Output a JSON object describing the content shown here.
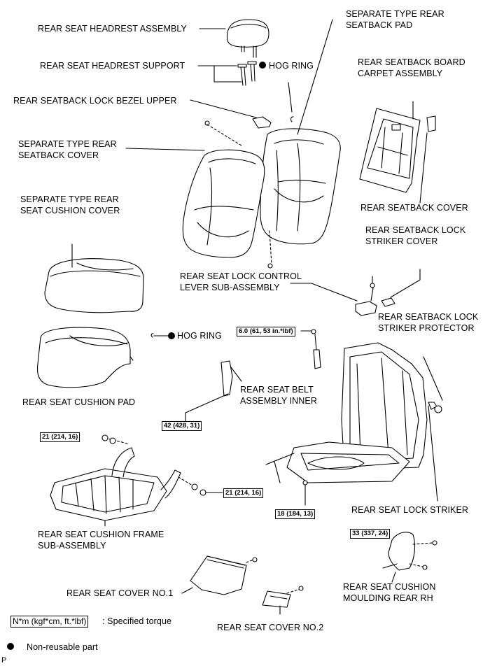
{
  "labels": {
    "headrest_assembly": "REAR SEAT HEADREST ASSEMBLY",
    "headrest_support": "REAR SEAT HEADREST SUPPORT",
    "hog_ring_top": "HOG RING",
    "seatback_pad_l1": "SEPARATE TYPE REAR",
    "seatback_pad_l2": "SEATBACK PAD",
    "board_carpet_l1": "REAR SEATBACK BOARD",
    "board_carpet_l2": "CARPET ASSEMBLY",
    "lock_bezel_upper": "REAR SEATBACK LOCK BEZEL UPPER",
    "seatback_cover_l1": "SEPARATE TYPE REAR",
    "seatback_cover_l2": "SEATBACK COVER",
    "cushion_cover_l1": "SEPARATE TYPE REAR",
    "cushion_cover_l2": "SEAT CUSHION COVER",
    "rear_seatback_cover": "REAR SEATBACK COVER",
    "striker_cover_l1": "REAR SEATBACK LOCK",
    "striker_cover_l2": "STRIKER COVER",
    "lock_control_l1": "REAR SEAT LOCK CONTROL",
    "lock_control_l2": "LEVER SUB-ASSEMBLY",
    "striker_protector_l1": "REAR SEATBACK LOCK",
    "striker_protector_l2": "STRIKER PROTECTOR",
    "hog_ring_mid": "HOG RING",
    "cushion_pad": "REAR SEAT CUSHION PAD",
    "belt_inner_l1": "REAR SEAT BELT",
    "belt_inner_l2": "ASSEMBLY INNER",
    "lock_striker": "REAR SEAT LOCK STRIKER",
    "cushion_frame_l1": "REAR SEAT CUSHION FRAME",
    "cushion_frame_l2": "SUB-ASSEMBLY",
    "cover_no1": "REAR SEAT COVER NO.1",
    "moulding_l1": "REAR SEAT CUSHION",
    "moulding_l2": "MOULDING REAR RH",
    "cover_no2": "REAR SEAT COVER NO.2"
  },
  "torques": {
    "belt_anchor": "6.0 (61, 53 in.*lbf)",
    "belt_inner": "42 (428, 31)",
    "frame_left": "21 (214, 16)",
    "frame_right": "21 (214, 16)",
    "frame_bolt": "18 (184, 13)",
    "moulding": "33 (337, 24)"
  },
  "legend": {
    "torque_box": "N*m (kgf*cm, ft.*lbf)",
    "torque_text": ": Specified torque",
    "nonreusable_text": "Non-reusable part"
  },
  "corner_code": "P",
  "colors": {
    "line": "#000000",
    "background": "#ffffff"
  }
}
